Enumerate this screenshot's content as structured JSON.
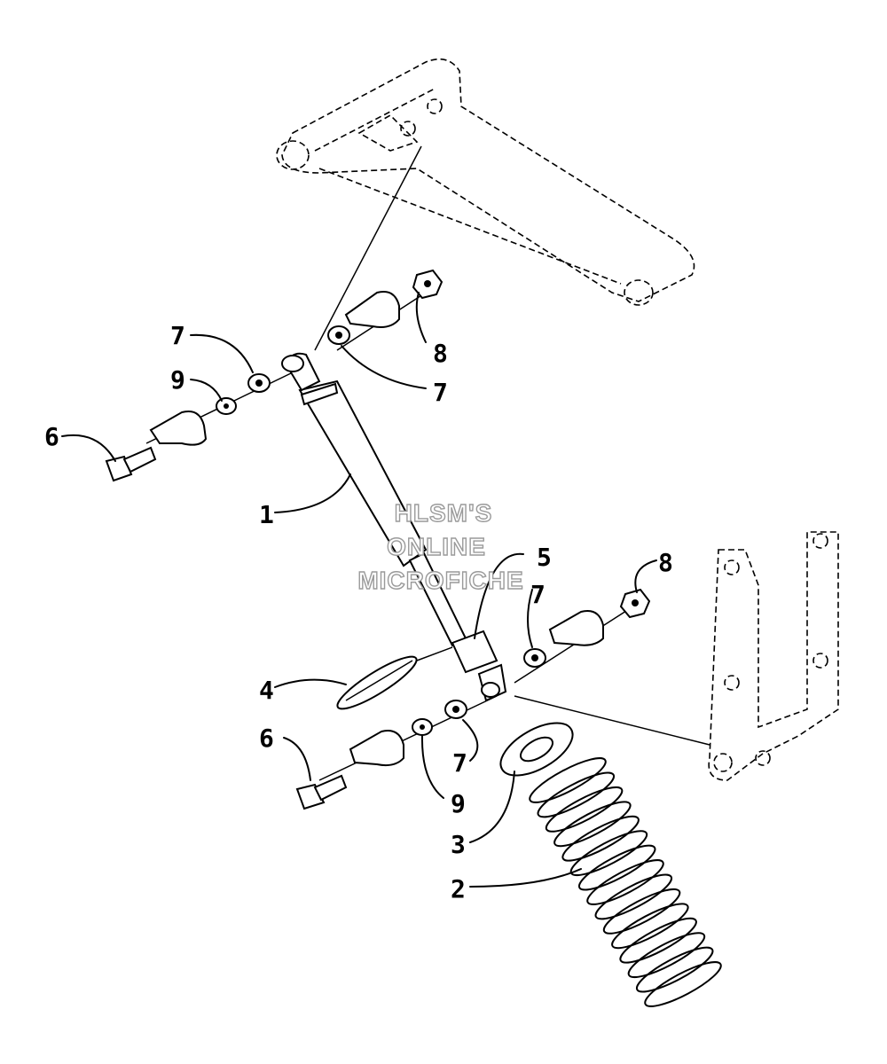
{
  "callouts": {
    "c1": "1",
    "c2": "2",
    "c3": "3",
    "c4": "4",
    "c5": "5",
    "c6a": "6",
    "c6b": "6",
    "c7a": "7",
    "c7b": "7",
    "c7c": "7",
    "c7d": "7",
    "c8a": "8",
    "c8b": "8",
    "c9a": "9",
    "c9b": "9"
  },
  "watermark": {
    "line1": "HLSM'S",
    "line2": "ONLINE",
    "line3": "MICROFICHE"
  },
  "colors": {
    "line": "#000000",
    "background": "#ffffff",
    "watermark_outline": "#9a9a9a"
  }
}
